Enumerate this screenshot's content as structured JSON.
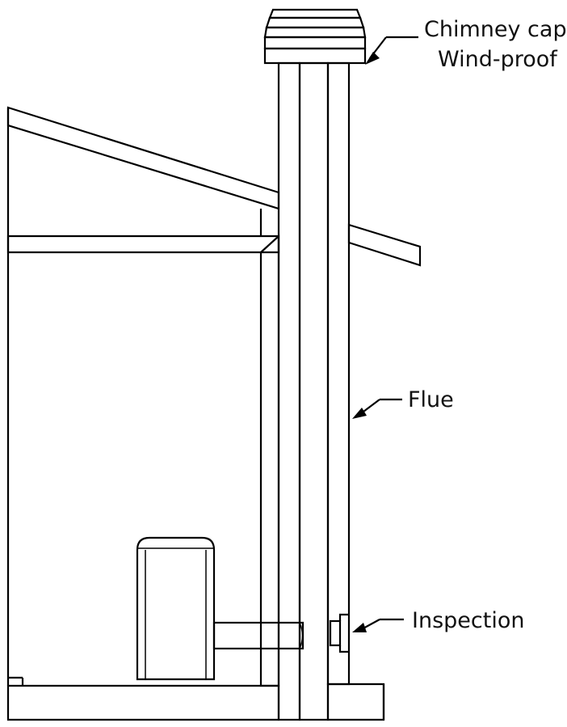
{
  "labels": {
    "cap_line1": "Chimney cap",
    "cap_line2": "Wind-proof",
    "flue": "Flue",
    "inspection": "Inspection"
  },
  "colors": {
    "ink": "#000000",
    "background": "#ffffff"
  }
}
